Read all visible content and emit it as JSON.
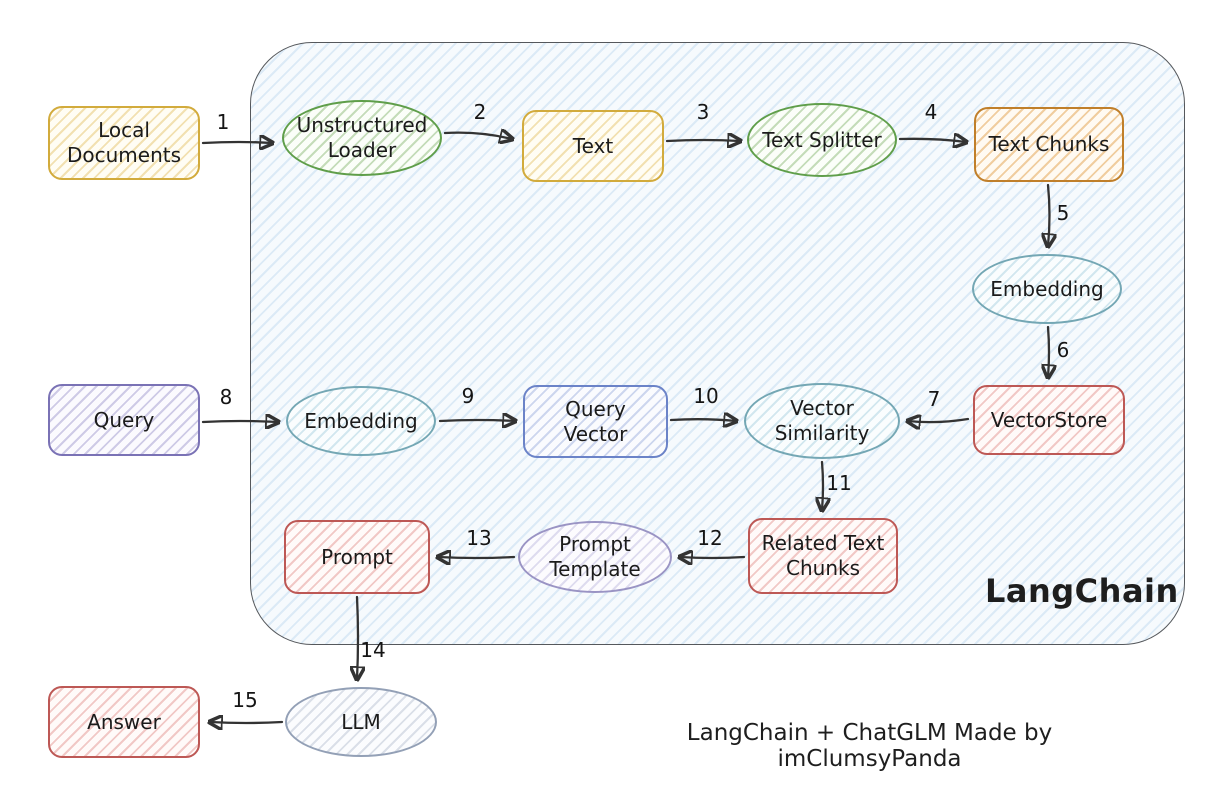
{
  "diagram": {
    "container_label": "LangChain",
    "caption": "LangChain + ChatGLM Made by imClumsyPanda"
  },
  "colors": {
    "yellow_border": "#d2ab3c",
    "green_border": "#5f9e4a",
    "orange_border": "#c07f2a",
    "teal_border": "#74a7b4",
    "red_border": "#bd5855",
    "purple_border": "#7a72b5",
    "blue_border": "#6b83c8",
    "lavender_border": "#9a94c4",
    "grayblue_border": "#93a0b6",
    "arrow_stroke": "#333333",
    "container_fill": "#f6fafd",
    "container_border": "#55585c"
  },
  "nodes": {
    "local_documents": {
      "label": "Local Documents",
      "shape": "rect",
      "color": "yellow"
    },
    "unstructured_loader": {
      "label": "Unstructured Loader",
      "shape": "ellipse",
      "color": "green"
    },
    "text": {
      "label": "Text",
      "shape": "rect",
      "color": "yellow"
    },
    "text_splitter": {
      "label": "Text Splitter",
      "shape": "ellipse",
      "color": "green"
    },
    "text_chunks": {
      "label": "Text Chunks",
      "shape": "rect",
      "color": "orange"
    },
    "embedding_docs": {
      "label": "Embedding",
      "shape": "ellipse",
      "color": "teal"
    },
    "vectorstore": {
      "label": "VectorStore",
      "shape": "rect",
      "color": "red"
    },
    "query": {
      "label": "Query",
      "shape": "rect",
      "color": "purple"
    },
    "embedding_query": {
      "label": "Embedding",
      "shape": "ellipse",
      "color": "teal"
    },
    "query_vector": {
      "label": "Query Vector",
      "shape": "rect",
      "color": "blue"
    },
    "vector_similarity": {
      "label": "Vector Similarity",
      "shape": "ellipse",
      "color": "teal"
    },
    "related_text_chunks": {
      "label": "Related Text Chunks",
      "shape": "rect",
      "color": "red"
    },
    "prompt_template": {
      "label": "Prompt Template",
      "shape": "ellipse",
      "color": "lavender"
    },
    "prompt": {
      "label": "Prompt",
      "shape": "rect",
      "color": "red"
    },
    "llm": {
      "label": "LLM",
      "shape": "ellipse",
      "color": "grayblue"
    },
    "answer": {
      "label": "Answer",
      "shape": "rect",
      "color": "red"
    }
  },
  "arrows": {
    "a1": {
      "label": "1",
      "from": "local_documents",
      "to": "unstructured_loader"
    },
    "a2": {
      "label": "2",
      "from": "unstructured_loader",
      "to": "text"
    },
    "a3": {
      "label": "3",
      "from": "text",
      "to": "text_splitter"
    },
    "a4": {
      "label": "4",
      "from": "text_splitter",
      "to": "text_chunks"
    },
    "a5": {
      "label": "5",
      "from": "text_chunks",
      "to": "embedding_docs"
    },
    "a6": {
      "label": "6",
      "from": "embedding_docs",
      "to": "vectorstore"
    },
    "a7": {
      "label": "7",
      "from": "vectorstore",
      "to": "vector_similarity"
    },
    "a8": {
      "label": "8",
      "from": "query",
      "to": "embedding_query"
    },
    "a9": {
      "label": "9",
      "from": "embedding_query",
      "to": "query_vector"
    },
    "a10": {
      "label": "10",
      "from": "query_vector",
      "to": "vector_similarity"
    },
    "a11": {
      "label": "11",
      "from": "vector_similarity",
      "to": "related_text_chunks"
    },
    "a12": {
      "label": "12",
      "from": "related_text_chunks",
      "to": "prompt_template"
    },
    "a13": {
      "label": "13",
      "from": "prompt_template",
      "to": "prompt"
    },
    "a14": {
      "label": "14",
      "from": "prompt",
      "to": "llm"
    },
    "a15": {
      "label": "15",
      "from": "llm",
      "to": "answer"
    }
  }
}
